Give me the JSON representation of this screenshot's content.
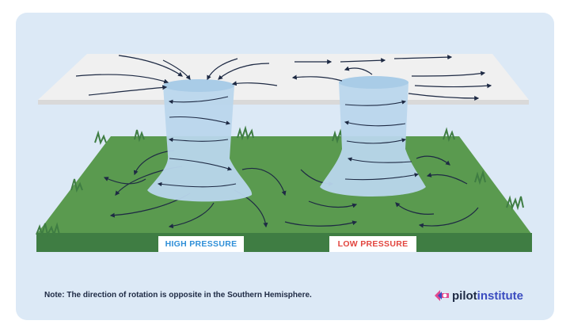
{
  "labels": {
    "high": "HIGH PRESSURE",
    "low": "LOW PRESSURE"
  },
  "note": "Note: The direction of rotation is opposite in the Southern Hemisphere.",
  "brand": {
    "part1": "pilot",
    "part2": "institute"
  },
  "colors": {
    "background": "#dce9f6",
    "grass": "#5a9a4f",
    "ground_side": "#3f7d43",
    "column": "#b9d6ec",
    "upper_plane": "#f0f0f0",
    "arrows": "#1e2a44",
    "high_label": "#2f8fd8",
    "low_label": "#e2453e",
    "brand_accent": "#3b4cc0"
  }
}
